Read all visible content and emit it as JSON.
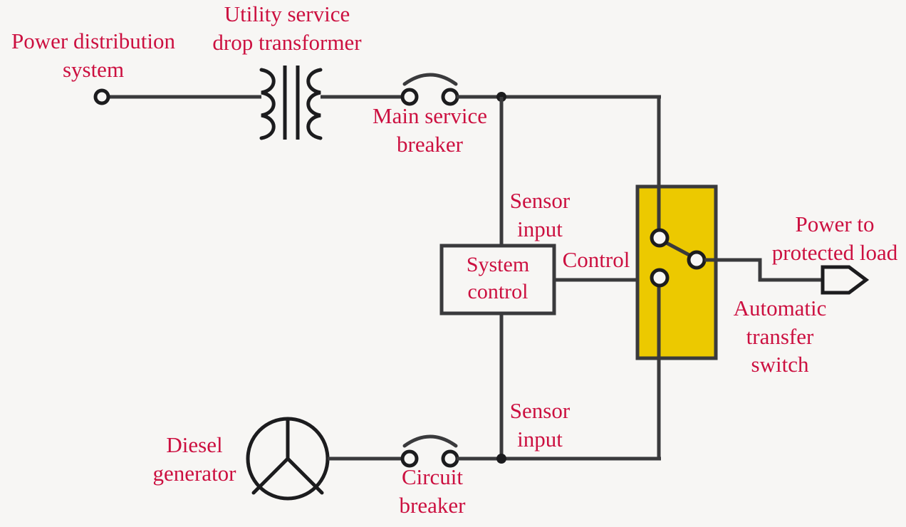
{
  "diagram": {
    "title": "Automatic transfer switch one-line diagram",
    "background_color": "#f7f6f4",
    "label_color": "#cc1040",
    "wire_color": "#3a3a3c",
    "highlight_color": "#ecc900"
  },
  "labels": {
    "power_distribution": "Power distribution\nsystem",
    "utility_transformer": "Utility service\ndrop transformer",
    "main_service_breaker": "Main service\nbreaker",
    "sensor_input_top": "Sensor\ninput",
    "system_control": "System\ncontrol",
    "control": "Control",
    "power_to_load": "Power to\nprotected load",
    "automatic_transfer_switch": "Automatic\ntransfer\nswitch",
    "sensor_input_bottom": "Sensor\ninput",
    "diesel_generator": "Diesel\ngenerator",
    "circuit_breaker": "Circuit\nbreaker"
  },
  "symbols": {
    "source_terminal": "open-terminal-circle",
    "transformer": "two-winding-transformer",
    "main_breaker": "open-contact-breaker",
    "generator": "three-phase-generator-circle",
    "generator_breaker": "open-contact-breaker",
    "transfer_switch": "two-position-transfer-switch",
    "load_arrow": "hollow-arrow-load"
  }
}
